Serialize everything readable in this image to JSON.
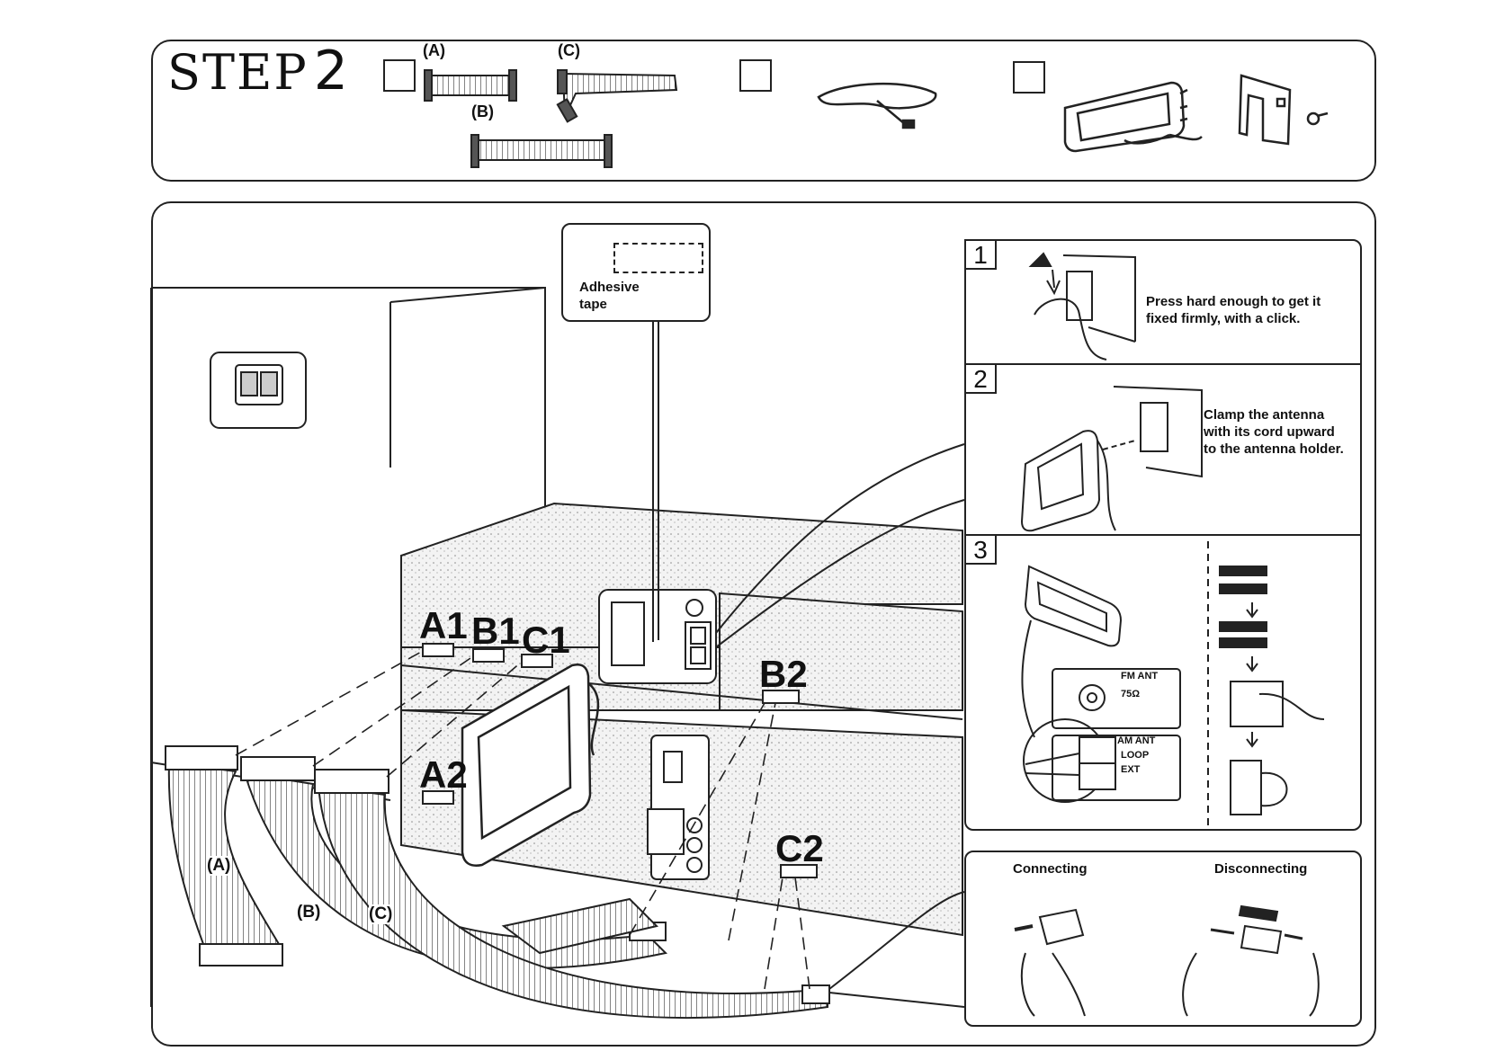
{
  "header": {
    "step_title": "STEP",
    "step_number": "2",
    "part_labels": {
      "a": "(A)",
      "b": "(B)",
      "c": "(C)"
    }
  },
  "main": {
    "adhesive_label_line1": "Adhesive",
    "adhesive_label_line2": "tape",
    "connector_labels": {
      "a1": "A1",
      "b1": "B1",
      "c1": "C1",
      "a2": "A2",
      "b2": "B2",
      "c2": "C2"
    },
    "cable_labels": {
      "a": "(A)",
      "b": "(B)",
      "c": "(C)"
    }
  },
  "steps": [
    {
      "number": "1",
      "text_line1": "Press hard enough to get it",
      "text_line2": "fixed firmly, with a click."
    },
    {
      "number": "2",
      "text_line1": "Clamp the antenna",
      "text_line2": "with its cord upward",
      "text_line3": "to the antenna holder."
    },
    {
      "number": "3",
      "terminal_fm": "FM ANT",
      "terminal_fm_ohm": "75Ω",
      "terminal_am": "AM ANT",
      "terminal_loop": "LOOP",
      "terminal_ext": "EXT"
    }
  ],
  "connect_panel": {
    "connecting": "Connecting",
    "disconnecting": "Disconnecting"
  }
}
